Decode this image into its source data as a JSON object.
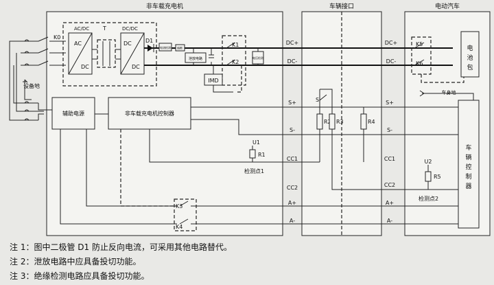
{
  "sections": {
    "charger_title": "非车载充电机",
    "interface_title": "车辆接口",
    "ev_title": "电动汽车"
  },
  "charger": {
    "k0": "K0",
    "acdc_title": "AC/DC",
    "ac": "AC",
    "dc": "DC",
    "t": "T",
    "dcdc_title": "DC/DC",
    "d1": "D1",
    "small_box_a": "电流检测",
    "small_box_b": "熔断",
    "discharge_circuit": "泄放电路",
    "k1": "K1",
    "k2": "K2",
    "small_box_c": "电压检测",
    "imd": "IMD",
    "ground_label": "设备地",
    "aux_power": "辅助电源",
    "controller": "非车载充电机控制器",
    "u1": "U1",
    "r1": "R1",
    "detect1": "检测点1",
    "k3": "K3",
    "k4": "K4"
  },
  "signals": {
    "dcp": "DC+",
    "dcm": "DC-",
    "sp": "S+",
    "sm": "S-",
    "cc1": "CC1",
    "cc2": "CC2",
    "ap": "A+",
    "am": "A-"
  },
  "interface": {
    "s": "S",
    "r2": "R2",
    "r3": "R3",
    "r4": "R4"
  },
  "ev": {
    "k5": "K5",
    "k6": "K6",
    "battery": "电池包",
    "chassis": "车身地",
    "vehicle_controller": "车辆控制器",
    "u2": "U2",
    "r5": "R5",
    "detect2": "检测点2"
  },
  "notes": [
    "注 1：图中二极管 D1 防止反向电流，可采用其他电路替代。",
    "注 2：泄放电路中应具备投切功能。",
    "注 3：绝缘检测电路应具备投切功能。"
  ]
}
